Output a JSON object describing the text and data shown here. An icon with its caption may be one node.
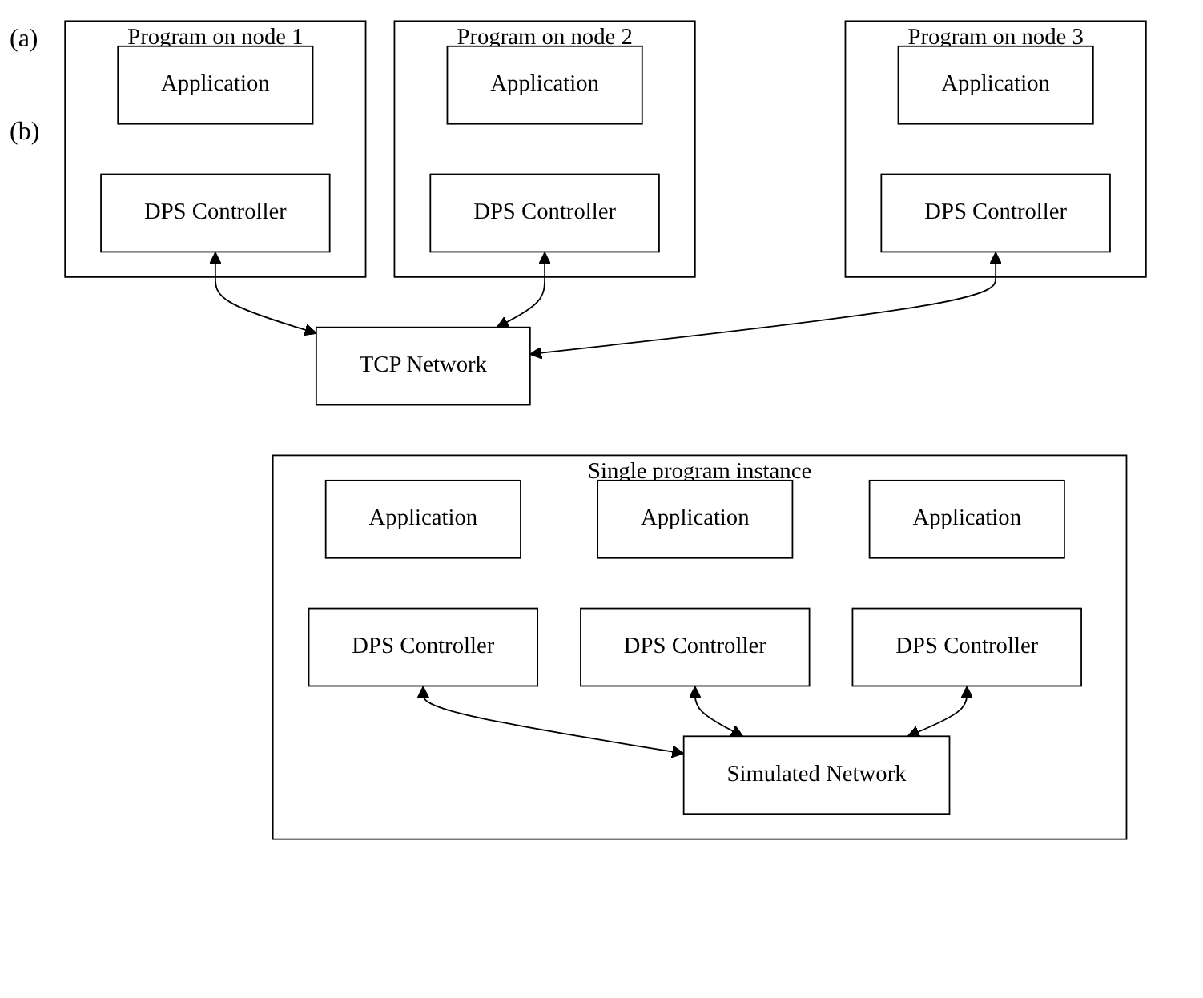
{
  "diagram": {
    "nodes": [
      {
        "text": [
          "Program on node 1"
        ]
      },
      {
        "text": [
          "Application"
        ],
        "in": 0
      },
      {
        "text": [
          "DPS Controller"
        ],
        "in": 0
      },
      {
        "text": [
          "Program on node 2"
        ]
      },
      {
        "text": [
          "Application"
        ],
        "in": 3
      },
      {
        "text": [
          "DPS Controller"
        ],
        "in": 3
      },
      {
        "text": [
          "Program on node 3"
        ]
      },
      {
        "text": [
          "Application"
        ],
        "in": 6
      },
      {
        "text": [
          "DPS Controller"
        ],
        "in": 6
      },
      {
        "text": [
          "TCP Network"
        ]
      },
      {
        "text": [
          "Single program instance"
        ]
      },
      {
        "text": [
          "Application"
        ],
        "in": 10
      },
      {
        "text": [
          "DPS Controller"
        ],
        "in": 10
      },
      {
        "text": [
          "Application"
        ],
        "in": 10
      },
      {
        "text": [
          "DPS Controller"
        ],
        "in": 10
      },
      {
        "text": [
          "Application"
        ],
        "in": 10
      },
      {
        "text": [
          "DPS Controller"
        ],
        "in": 10
      },
      {
        "text": [
          "Simulated Network"
        ],
        "in": 10
      }
    ],
    "edges": [
      {
        "from": 2,
        "to": 9,
        "arrow": "both"
      },
      {
        "from": 5,
        "to": 9,
        "arrow": "both"
      },
      {
        "from": 8,
        "to": 9,
        "arrow": "both"
      },
      {
        "from": 12,
        "to": 17,
        "arrow": "both"
      },
      {
        "from": 14,
        "to": 17,
        "arrow": "both"
      },
      {
        "from": 16,
        "to": 17,
        "arrow": "both"
      }
    ],
    "labels": [
      "(a)",
      "(b)"
    ]
  }
}
